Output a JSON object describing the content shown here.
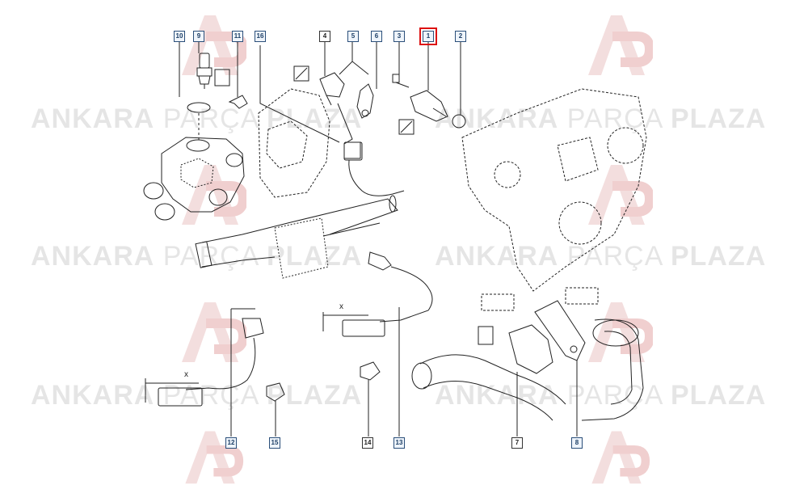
{
  "watermark": {
    "left_word": "ANKARA",
    "mid_word": "PARÇA",
    "right_word": "PLAZA",
    "logo_text": "AP"
  },
  "diagram": {
    "callouts": [
      {
        "id": "c1",
        "label": "1",
        "selected": true
      },
      {
        "id": "c2",
        "label": "2",
        "selected": false
      },
      {
        "id": "c3",
        "label": "3",
        "selected": false
      },
      {
        "id": "c4",
        "label": "4",
        "selected": false
      },
      {
        "id": "c5",
        "label": "5",
        "selected": false
      },
      {
        "id": "c6",
        "label": "6",
        "selected": false
      },
      {
        "id": "c7",
        "label": "7",
        "selected": false
      },
      {
        "id": "c8",
        "label": "8",
        "selected": false
      },
      {
        "id": "c9",
        "label": "9",
        "selected": false
      },
      {
        "id": "c10",
        "label": "10",
        "selected": false
      },
      {
        "id": "c11",
        "label": "11",
        "selected": false
      },
      {
        "id": "c12",
        "label": "12",
        "selected": false
      },
      {
        "id": "c13",
        "label": "13",
        "selected": false
      },
      {
        "id": "c14",
        "label": "14",
        "selected": false
      },
      {
        "id": "c15",
        "label": "15",
        "selected": false
      },
      {
        "id": "c16",
        "label": "16",
        "selected": false
      }
    ],
    "dimension_label": "x",
    "colors": {
      "line": "#222222",
      "callout_border": "#2b4f7a",
      "highlight": "#dd1111",
      "watermark": "#cccccc",
      "logo_red": "#e4b8b8"
    }
  }
}
